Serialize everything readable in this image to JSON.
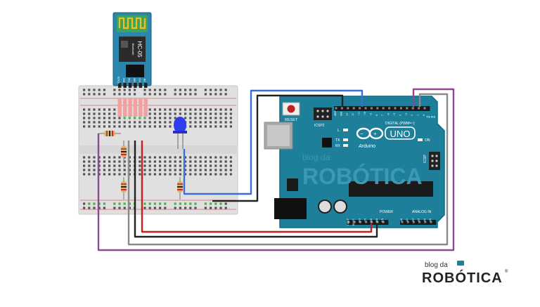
{
  "bluetooth": {
    "model": "HC-05",
    "subtitle": "Bluetooth",
    "pins": [
      "STATE",
      "RXD",
      "TXD",
      "GND",
      "VCC",
      "EN"
    ]
  },
  "arduino": {
    "brand": "Arduino",
    "model": "UNO",
    "reset_label": "RESET",
    "icsp_label": "ICSP2",
    "icsp2_label": "ICSP",
    "digital_label": "DIGITAL (PWM=~)",
    "on_label": "ON",
    "l_label": "L",
    "tx_label": "TX",
    "rx_label": "RX",
    "txd_label": "TX",
    "rxd_label": "RX",
    "power_label": "POWER",
    "analog_label": "ANALOG IN",
    "digital_pins": [
      "AREF",
      "GND",
      "13",
      "12",
      "~11",
      "~10",
      "~9",
      "8",
      "7",
      "~6",
      "~5",
      "4",
      "~3",
      "2",
      "1",
      "0"
    ],
    "power_pins": [
      "IOREF",
      "RESET",
      "3V3",
      "5V",
      "GND",
      "GND",
      "VIN"
    ],
    "analog_pins": [
      "A0",
      "A1",
      "A2",
      "A3",
      "A4",
      "A5"
    ]
  },
  "watermark": {
    "line1": "blog da",
    "line2": "ROBÓTICA"
  },
  "logo": {
    "line1": "blog da",
    "line2": "ROBÓTICA",
    "mark": "®"
  },
  "colors": {
    "board": "#1d7f9a",
    "board_dark": "#136a83",
    "breadboard": "#e3e3e3",
    "wire_blue": "#3a6fd8",
    "wire_black": "#222222",
    "wire_red": "#c82020",
    "wire_purple": "#8e4a8e",
    "wire_gray": "#8a8a8a",
    "led": "#2f3df0",
    "module": "#1f7fa3",
    "antenna": "#f0c020"
  }
}
